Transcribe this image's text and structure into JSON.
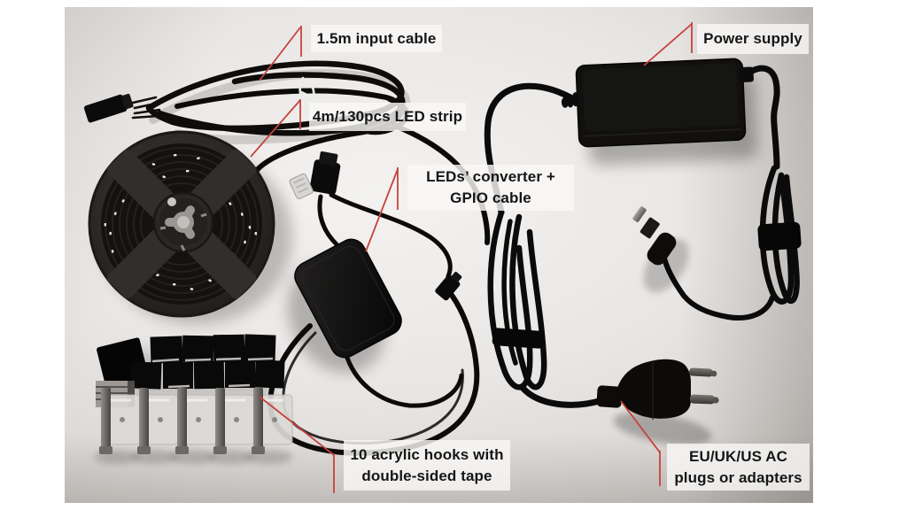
{
  "callouts": [
    {
      "id": "input-cable",
      "lines": [
        "1.5m input cable"
      ]
    },
    {
      "id": "led-strip",
      "lines": [
        "4m/130pcs LED strip"
      ]
    },
    {
      "id": "power-supply",
      "lines": [
        "Power supply"
      ]
    },
    {
      "id": "converter",
      "lines": [
        "LEDs’ converter +",
        "GPIO cable"
      ]
    },
    {
      "id": "hooks",
      "lines": [
        "10 acrylic hooks with",
        "double-sided tape"
      ]
    },
    {
      "id": "plugs",
      "lines": [
        "EU/UK/US AC",
        "plugs or adapters"
      ]
    }
  ],
  "components": [
    "input-cable",
    "led-strip-reel",
    "power-supply",
    "dc-barrel-plug",
    "led-converter",
    "gpio-cable",
    "acrylic-hooks",
    "eu-plug"
  ],
  "colors": {
    "leader_line": "#c6423c",
    "label_bg": "#f7f6f5",
    "label_text": "#161616",
    "object_black": "#0d0c0b",
    "photo_light": "#f3f2f0",
    "photo_dark": "#aeaba7"
  }
}
